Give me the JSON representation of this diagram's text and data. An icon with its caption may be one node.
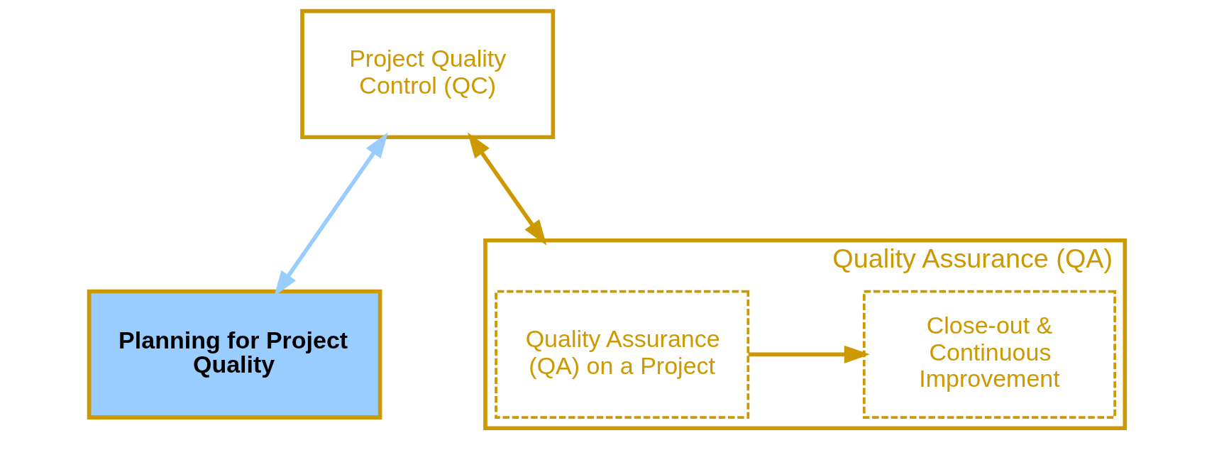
{
  "diagram": {
    "nodes": [
      {
        "text": [
          "Project Quality Control (QC)"
        ]
      },
      {
        "text": [
          "Planning for Project Quality"
        ]
      },
      {
        "text": [
          "Quality Assurance (QA)"
        ]
      },
      {
        "text": [
          "Quality Assurance (QA) on a Project"
        ],
        "in": 2
      },
      {
        "text": [
          "Close-out & Continuous Improvement"
        ],
        "in": 2
      }
    ],
    "edges": [
      {
        "from": 0,
        "to": 1,
        "arrow": "both",
        "color": "#99ccff"
      },
      {
        "from": 0,
        "to": 2,
        "arrow": "both",
        "color": "#cc9900"
      },
      {
        "from": 3,
        "to": 4,
        "arrow": "to",
        "color": "#cc9900"
      }
    ]
  }
}
